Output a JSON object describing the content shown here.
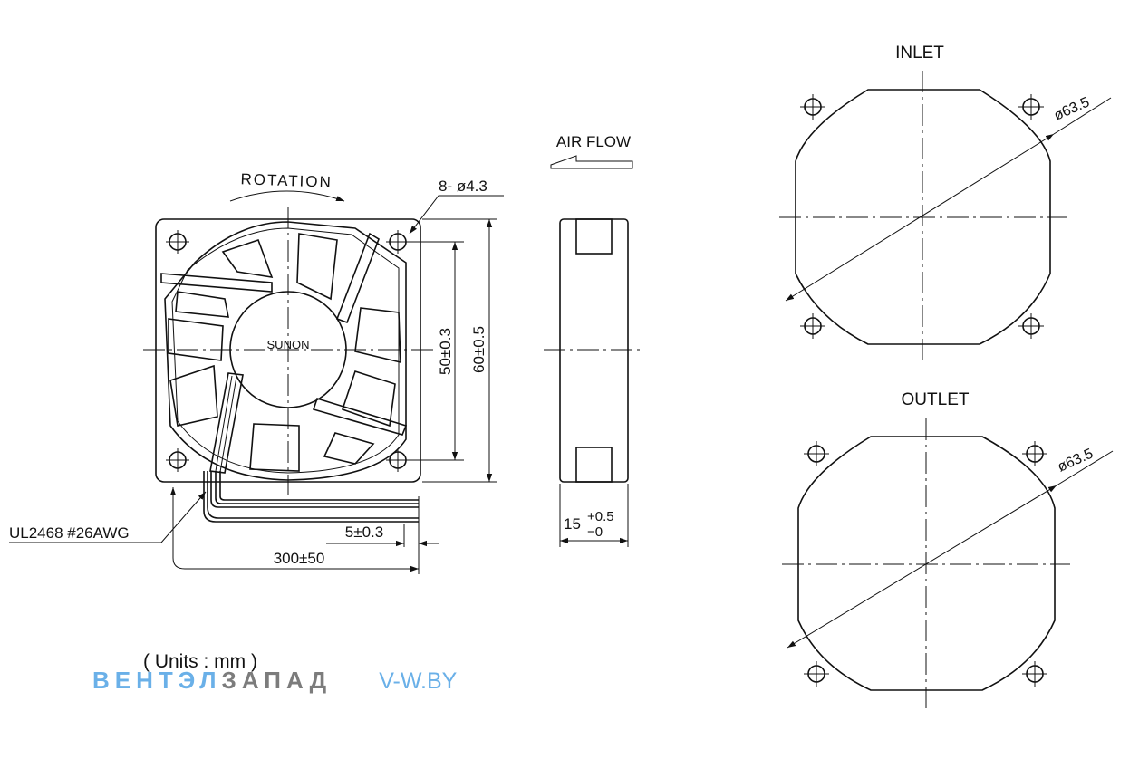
{
  "labels": {
    "inlet": "INLET",
    "outlet": "OUTLET",
    "air_flow": "AIR FLOW",
    "rotation": "ROTATION",
    "brand": "SUNON",
    "holes": "8- ø4.3",
    "diameter_inlet": "ø63.5",
    "diameter_outlet": "ø63.5",
    "dim_hole_spacing": "50±0.3",
    "dim_frame_size": "60±0.5",
    "dim_thickness_main": "15",
    "dim_thickness_upper_tol": "+0.5",
    "dim_thickness_lower_tol": "−0",
    "wire_spec": "UL2468 #26AWG",
    "dim_strip": "5±0.3",
    "dim_lead_length": "300±50",
    "units": "( Units : mm )"
  },
  "watermark": {
    "part_a": "ВЕНТЭЛ",
    "part_b": "ЗАПАД",
    "url": "V-W.BY"
  },
  "colors": {
    "line": "#111111",
    "watermark_blue": "#6ab0e8",
    "watermark_gray": "#7c7c7c"
  }
}
